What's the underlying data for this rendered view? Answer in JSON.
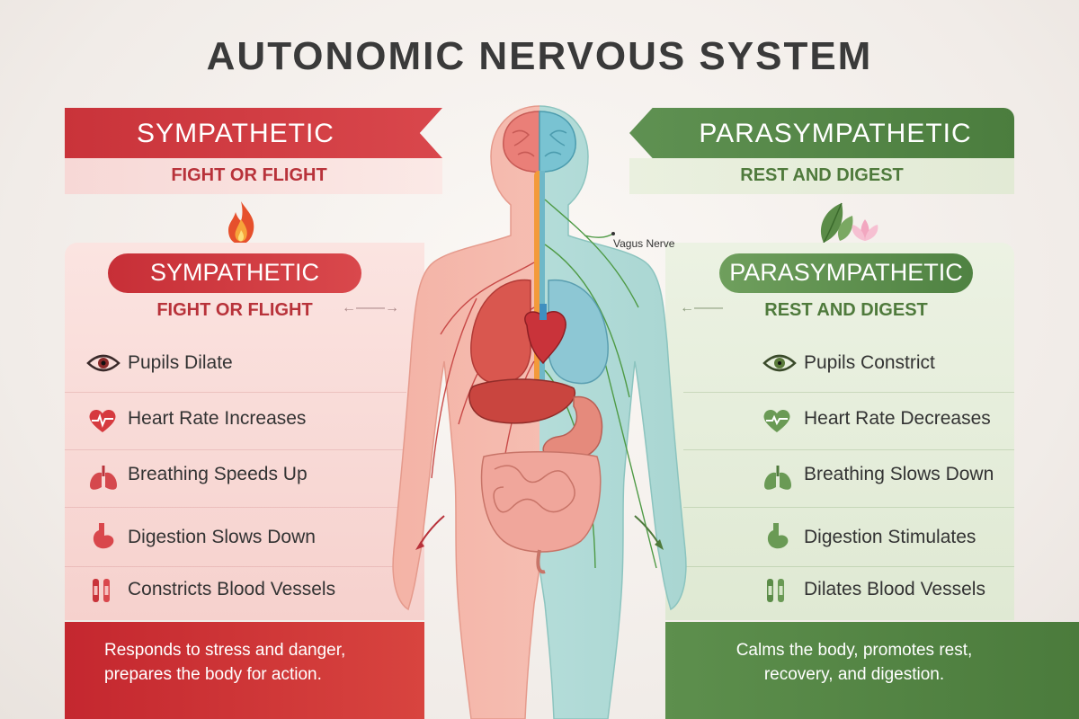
{
  "title": "AUTONOMIC NERVOUS SYSTEM",
  "sympathetic": {
    "banner": "SYMPATHETIC",
    "banner_sub": "FIGHT OR FLIGHT",
    "pill": "SYMPATHETIC",
    "pill_sub": "FIGHT OR FLIGHT",
    "items": [
      {
        "icon": "eye-icon",
        "label": "Pupils Dilate"
      },
      {
        "icon": "heart-icon",
        "label": "Heart Rate Increases"
      },
      {
        "icon": "lungs-icon",
        "label": "Breathing Speeds Up"
      },
      {
        "icon": "stomach-icon",
        "label": "Digestion Slows Down"
      },
      {
        "icon": "blood-vessels-icon",
        "label": "Constricts Blood Vessels"
      }
    ],
    "footer_line1": "Responds to stress and danger,",
    "footer_line2": "prepares the body for action.",
    "color": "#c9333a"
  },
  "parasympathetic": {
    "banner": "PARASYMPATHETIC",
    "banner_sub": "REST AND DIGEST",
    "pill": "PARASYMPATHETIC",
    "pill_sub": "REST AND DIGEST",
    "items": [
      {
        "icon": "eye-icon",
        "label": "Pupils Constrict"
      },
      {
        "icon": "heart-icon",
        "label": "Heart Rate Decreases"
      },
      {
        "icon": "lungs-icon",
        "label": "Breathing Slows Down"
      },
      {
        "icon": "stomach-icon",
        "label": "Digestion Stimulates"
      },
      {
        "icon": "blood-vessels-icon",
        "label": "Dilates Blood Vessels"
      }
    ],
    "footer_line1": "Calms the body, promotes rest,",
    "footer_line2": "recovery, and digestion.",
    "color": "#4f8242"
  },
  "body_labels": {
    "vagus": "Vagus Nerve"
  }
}
